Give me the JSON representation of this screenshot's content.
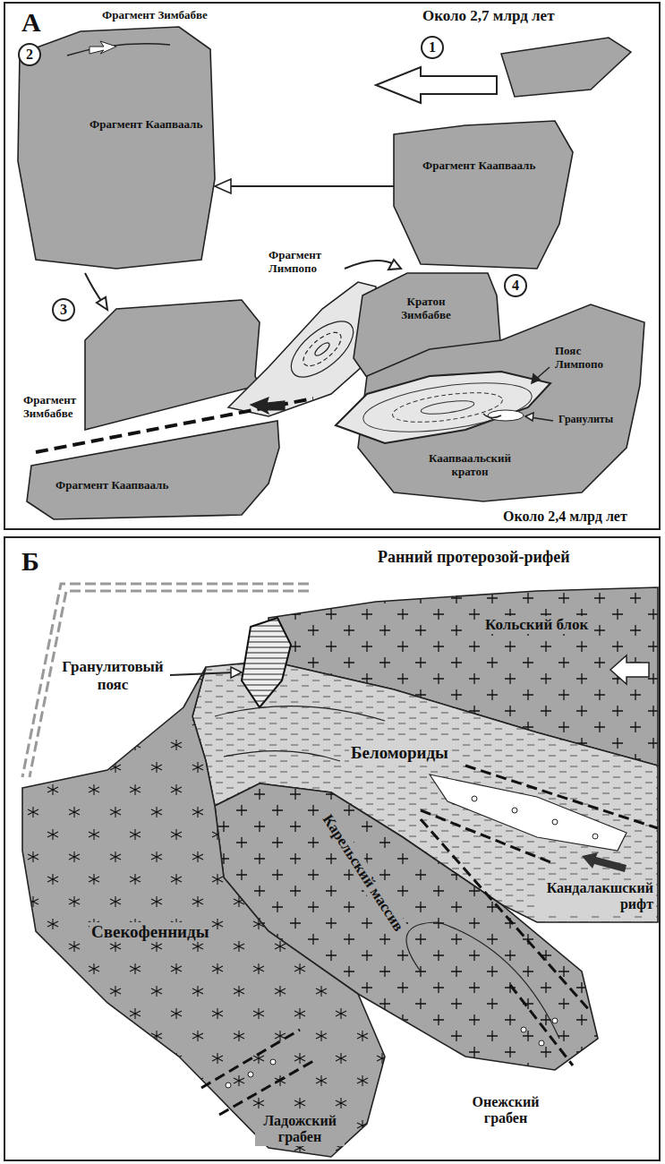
{
  "diagram": {
    "nodes": [
      {
        "text": [
          "Фрагмент Каапвааль"
        ]
      },
      {
        "text": [
          "Фрагмент Каапвааль"
        ]
      },
      {
        "text": [
          "Фрагмент Зимбабве"
        ]
      },
      {
        "text": [
          "Фрагмент Лимпопо"
        ]
      },
      {
        "text": [
          "Фрагмент Каапвааль"
        ]
      },
      {
        "text": [
          "Кратон Зимбабве"
        ]
      },
      {
        "text": [
          "Каапваальский кратон"
        ]
      },
      {
        "text": [
          "Кольский блок"
        ]
      },
      {
        "text": [
          "Беломориды"
        ]
      },
      {
        "text": [
          "Карельский массив"
        ]
      },
      {
        "text": [
          "Свекофенниды"
        ]
      }
    ],
    "edges": [
      {
        "from": 1,
        "to": 0,
        "arrow": "to"
      }
    ],
    "labels": [
      "А",
      "Фрагмент Зимбабве",
      "Около 2,7 млрд лет",
      "1",
      "2",
      "3",
      "4",
      "Пояс Лимпопо",
      "Гранулиты",
      "Около 2,4 млрд лет",
      "Б",
      "Ранний протерозой-рифей",
      "Гранулитовый пояс",
      "Кандалакшский рифт",
      "Ладожский грабен",
      "Онежский грабен"
    ]
  }
}
